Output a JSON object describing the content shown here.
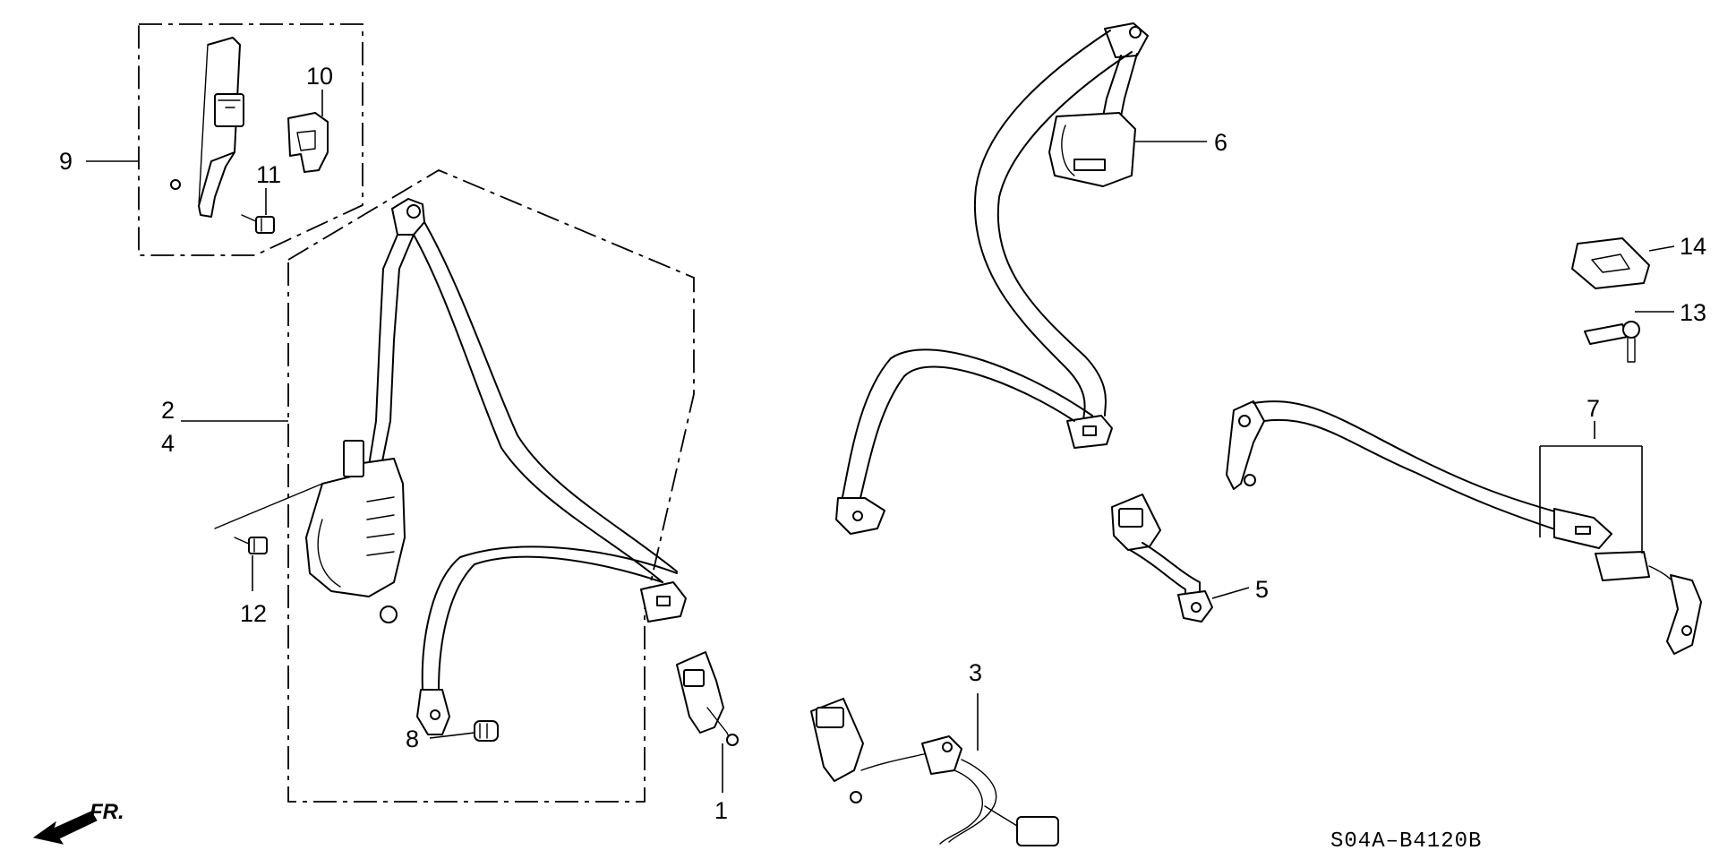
{
  "diagram": {
    "drawing_code": "S04A–B4120B",
    "direction_label": "FR.",
    "callouts": {
      "c1": "1",
      "c2": "2",
      "c3": "3",
      "c4": "4",
      "c5": "5",
      "c6": "6",
      "c7": "7",
      "c8": "8",
      "c9": "9",
      "c10": "10",
      "c11": "11",
      "c12": "12",
      "c13": "13",
      "c14": "14"
    }
  }
}
